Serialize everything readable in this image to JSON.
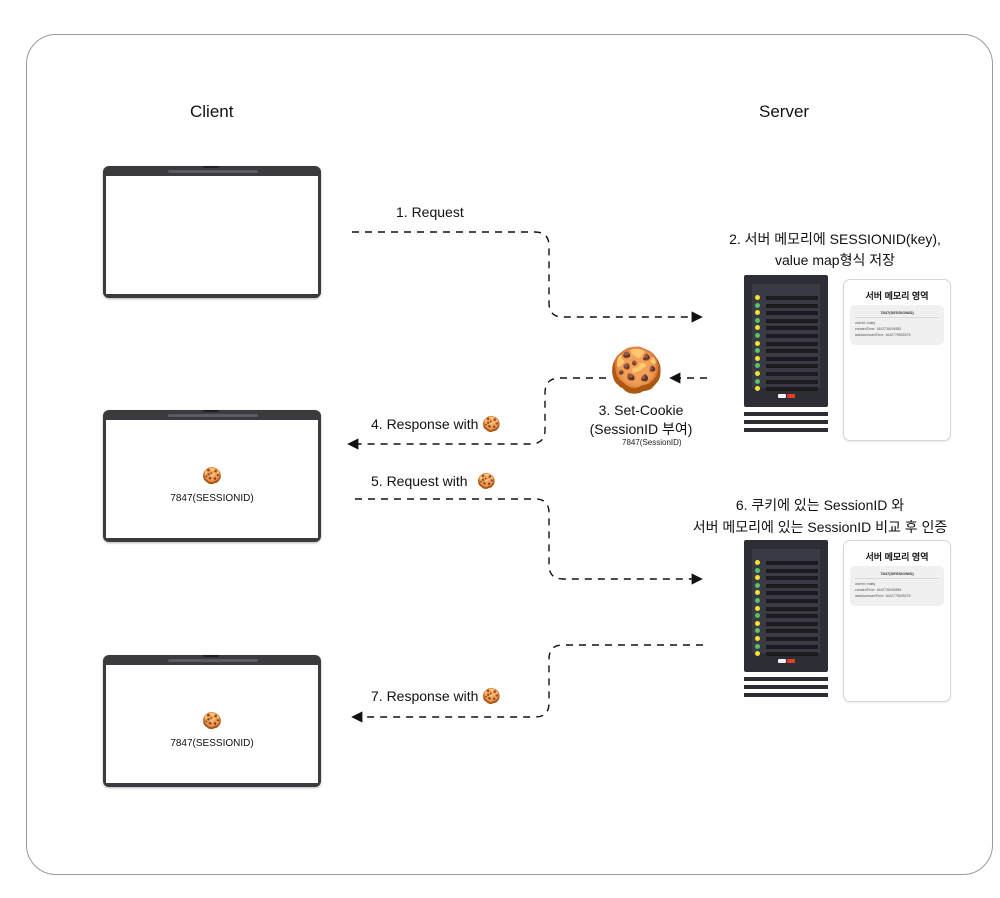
{
  "headings": {
    "client": "Client",
    "server": "Server"
  },
  "steps": {
    "s1": "1. Request",
    "s2_line1": "2. 서버 메모리에 SESSIONID(key),",
    "s2_line2": "value map형식 저장",
    "s3_line1": "3. Set-Cookie",
    "s3_line2": "(SessionID 부여)",
    "s3_value": "7847(SessionID)",
    "s4": "4. Response with",
    "s5": "5. Request with",
    "s6_line1": "6. 쿠키에 있는 SessionID 와",
    "s6_line2": "서버 메모리에 있는 SessionID 비교 후 인증",
    "s7": "7. Response with"
  },
  "browsers": {
    "b2_session": "7847(SESSIONID)",
    "b3_session": "7847(SESSIONID)"
  },
  "memory": {
    "title": "서버 메모리 영역",
    "key": "7847(SESSIONID)",
    "fields": [
      "userId: matty",
      "createdTime: 1642736005581",
      "lastAccessedTime: 1642775535375"
    ]
  },
  "icons": {
    "cookie": "🍪"
  },
  "colors": {
    "arrow": "#111111",
    "server": "#2d2d35",
    "led_yellow": "#f1e23a",
    "led_green": "#59c16a"
  }
}
